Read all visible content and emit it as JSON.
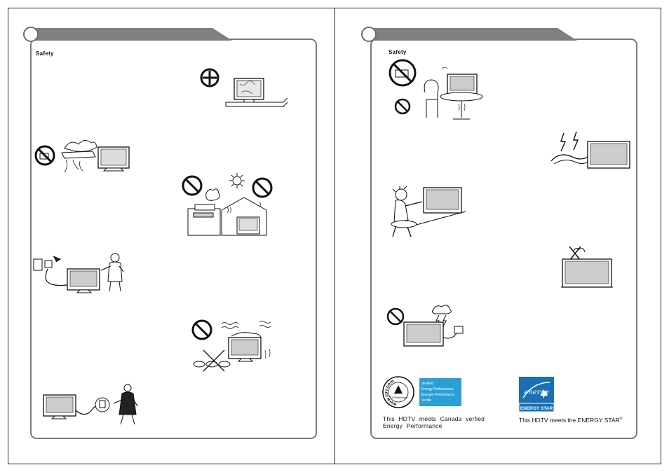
{
  "left_page": {
    "section_title": "Safety",
    "illustrations": [
      {
        "name": "tv-level-stand-illustration",
        "icon": "plus-circle-icon"
      },
      {
        "name": "no-water-spray-illustration",
        "icon": "prohibited-icon"
      },
      {
        "name": "no-heat-sun-illustration",
        "icon": "prohibited-icon"
      },
      {
        "name": "unplug-cleaning-illustration",
        "icon": "plug-icon"
      },
      {
        "name": "no-humidity-illustration",
        "icon": "prohibited-icon"
      },
      {
        "name": "power-cord-pull-illustration",
        "icon": "plug-icon"
      }
    ]
  },
  "right_page": {
    "section_title": "Safety",
    "illustrations": [
      {
        "name": "no-wall-mount-diy-illustration",
        "icon": "prohibited-icon"
      },
      {
        "name": "lightning-storm-illustration",
        "icon": "lightning-icon"
      },
      {
        "name": "no-leaning-on-tv-illustration",
        "icon": "person-icon"
      },
      {
        "name": "no-objects-on-top-illustration",
        "icon": "cross-icon"
      },
      {
        "name": "no-outlet-overload-illustration",
        "icon": "prohibited-icon"
      }
    ],
    "tuv_logo": {
      "ring_text": "www.tuv.com",
      "brand": "TÜVRheinland",
      "box_text": [
        "Verified",
        "Energy Performance",
        "Énergie Performance",
        "Verifié"
      ],
      "caption": "This HDTV meets Canada verfied Energy Performance",
      "box_color": "#2a9fd6"
    },
    "energy_star": {
      "logo_script": "energy",
      "logo_label": "ENERGY STAR",
      "caption": "This HDTV meets the ENERGY STAR",
      "reg_mark": "®",
      "color": "#1a6fb5"
    }
  }
}
